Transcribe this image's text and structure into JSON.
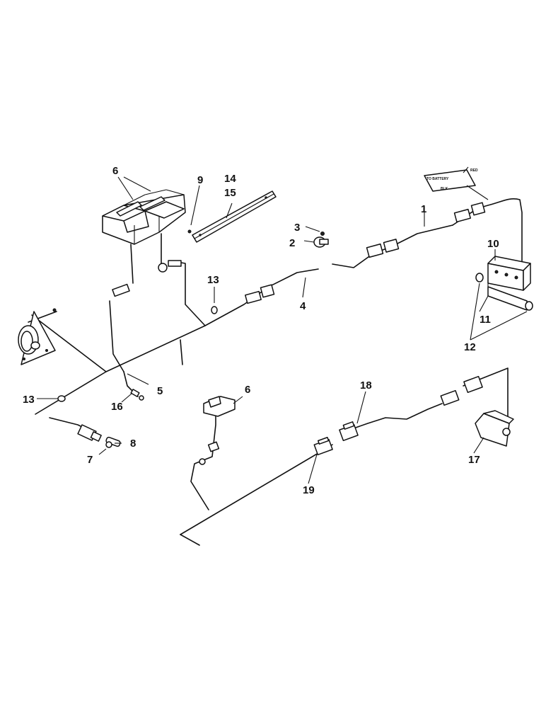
{
  "diagram": {
    "callouts": {
      "c1": "1",
      "c2": "2",
      "c3": "3",
      "c4": "4",
      "c5": "5",
      "c6a": "6",
      "c6b": "6",
      "c7": "7",
      "c8": "8",
      "c9": "9",
      "c10": "10",
      "c11": "11",
      "c12": "12",
      "c13a": "13",
      "c13b": "13",
      "c14": "14",
      "c15": "15",
      "c16": "16",
      "c17": "17",
      "c18": "18",
      "c19": "19"
    },
    "tag_text": {
      "battery": "TO BATTERY",
      "red": "RED",
      "black": "BLK"
    }
  }
}
